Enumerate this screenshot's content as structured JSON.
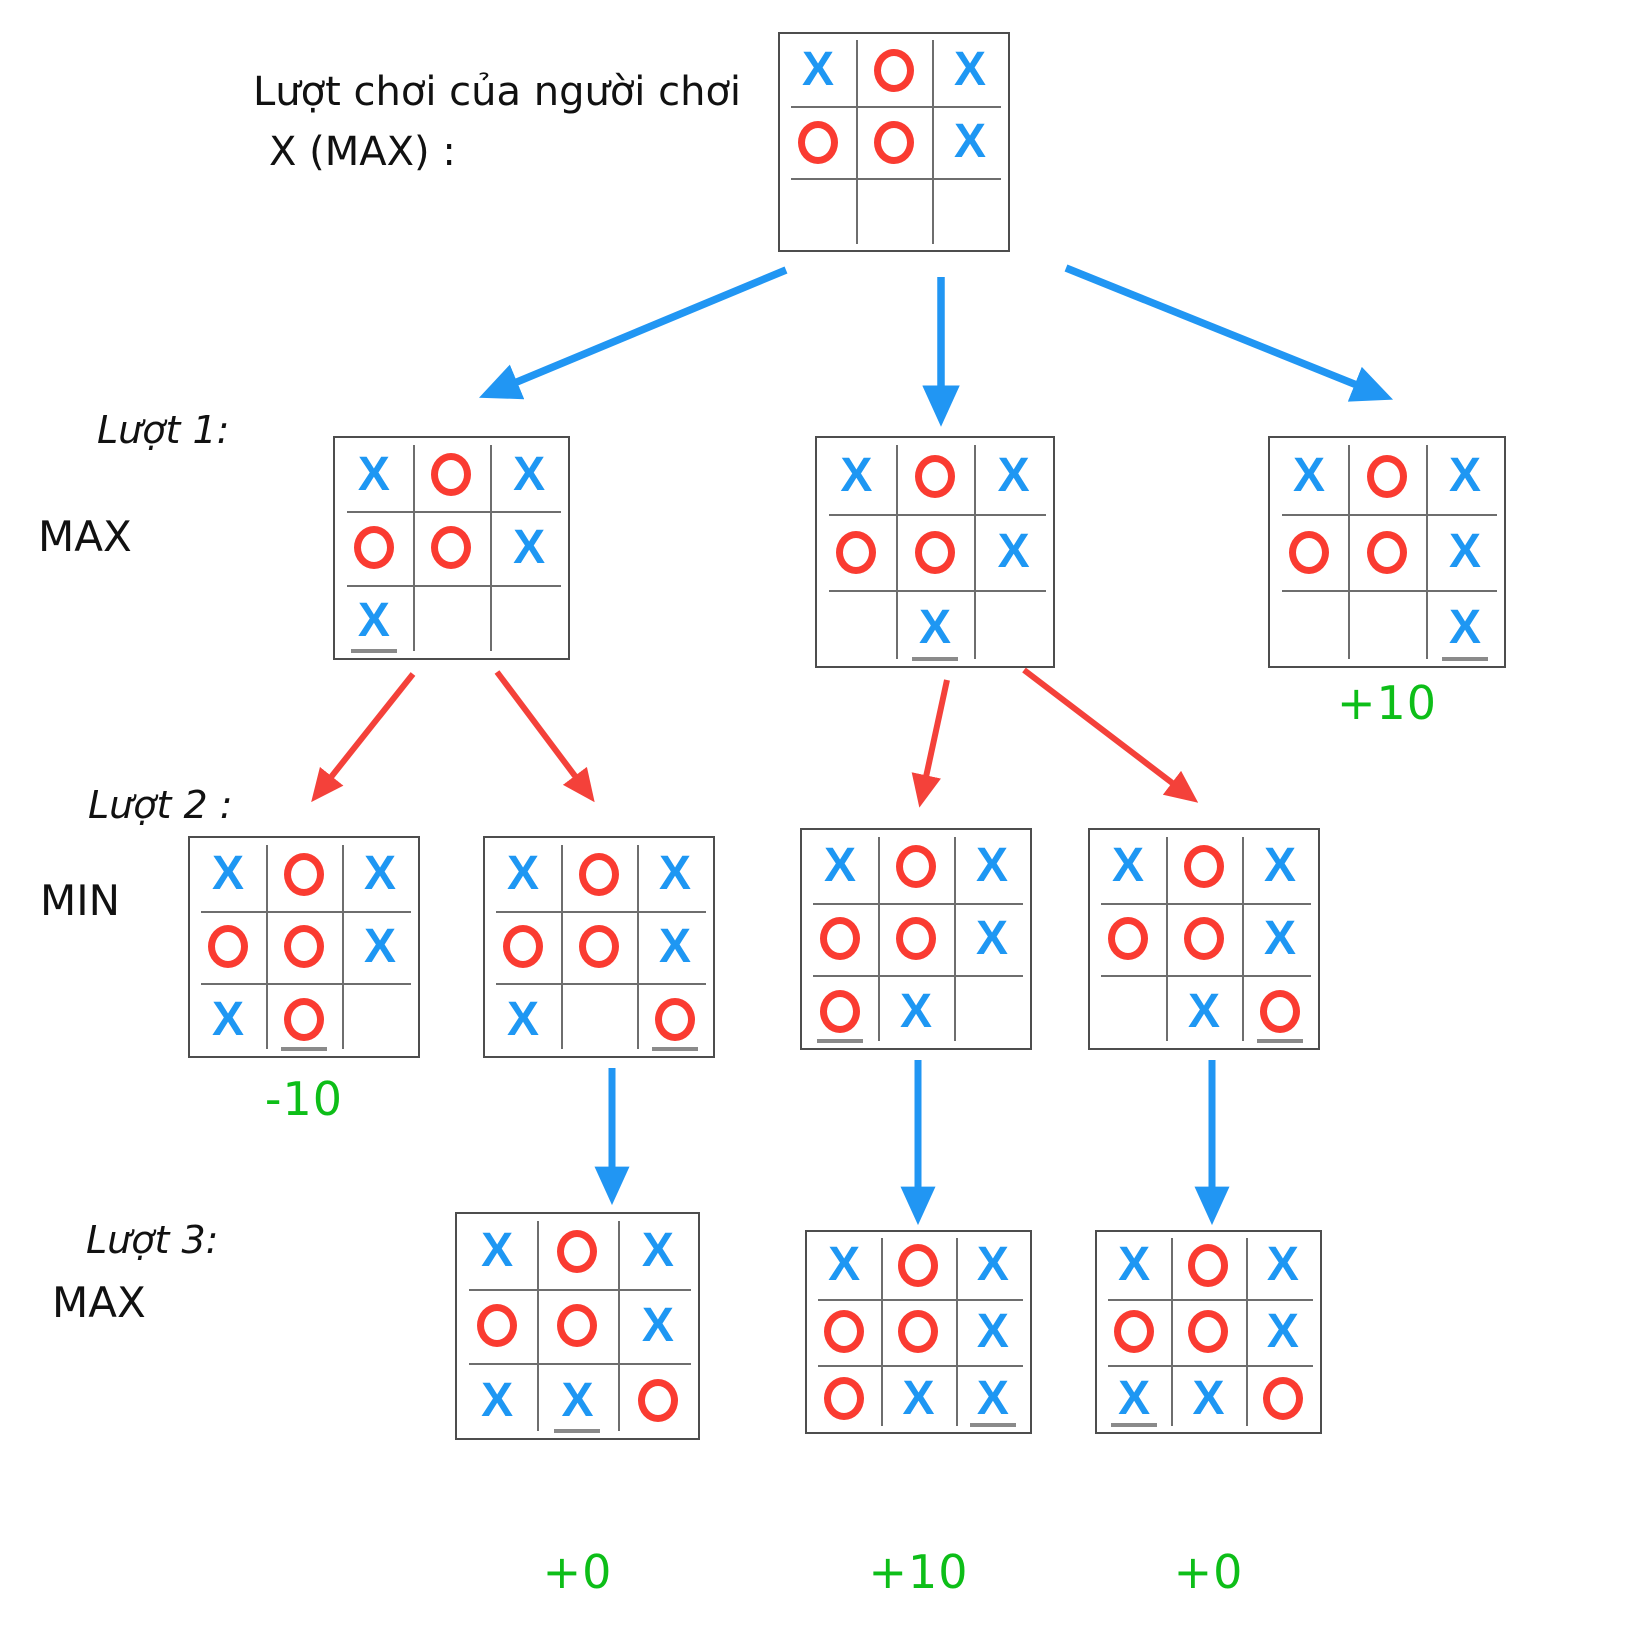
{
  "colors": {
    "x_blue": "#1E97F3",
    "o_red": "#FA3B31",
    "arrow_blue": "#2196F3",
    "arrow_red": "#F4413A",
    "score_green": "#0DBE18",
    "board_border": "#4D4D4D",
    "grid_line": "#6E6E6E",
    "underline": "#8A8A8A",
    "text": "#111111"
  },
  "title": {
    "line1": "Lượt chơi của người chơi",
    "line2": "X (MAX) :"
  },
  "levels": [
    {
      "turn_label": "Lượt 1:",
      "player_label": "MAX"
    },
    {
      "turn_label": "Lượt 2 :",
      "player_label": "MIN"
    },
    {
      "turn_label": "Lượt 3:",
      "player_label": "MAX"
    }
  ],
  "boards": {
    "root": {
      "cells": [
        "X",
        "O",
        "X",
        "O",
        "O",
        "X",
        "",
        "",
        ""
      ],
      "new_move": null,
      "score": ""
    },
    "l1_left": {
      "cells": [
        "X",
        "O",
        "X",
        "O",
        "O",
        "X",
        "X",
        "",
        ""
      ],
      "new_move": 6,
      "score": ""
    },
    "l1_mid": {
      "cells": [
        "X",
        "O",
        "X",
        "O",
        "O",
        "X",
        "",
        "X",
        ""
      ],
      "new_move": 7,
      "score": ""
    },
    "l1_right": {
      "cells": [
        "X",
        "O",
        "X",
        "O",
        "O",
        "X",
        "",
        "",
        "X"
      ],
      "new_move": 8,
      "score": "+10"
    },
    "l2_1": {
      "cells": [
        "X",
        "O",
        "X",
        "O",
        "O",
        "X",
        "X",
        "O",
        ""
      ],
      "new_move": 7,
      "score": "-10"
    },
    "l2_2": {
      "cells": [
        "X",
        "O",
        "X",
        "O",
        "O",
        "X",
        "X",
        "",
        "O"
      ],
      "new_move": 8,
      "score": ""
    },
    "l2_3": {
      "cells": [
        "X",
        "O",
        "X",
        "O",
        "O",
        "X",
        "O",
        "X",
        ""
      ],
      "new_move": 6,
      "score": ""
    },
    "l2_4": {
      "cells": [
        "X",
        "O",
        "X",
        "O",
        "O",
        "X",
        "",
        "X",
        "O"
      ],
      "new_move": 8,
      "score": ""
    },
    "l3_1": {
      "cells": [
        "X",
        "O",
        "X",
        "O",
        "O",
        "X",
        "X",
        "X",
        "O"
      ],
      "new_move": 7,
      "score": "+0"
    },
    "l3_2": {
      "cells": [
        "X",
        "O",
        "X",
        "O",
        "O",
        "X",
        "O",
        "X",
        "X"
      ],
      "new_move": 8,
      "score": "+10"
    },
    "l3_3": {
      "cells": [
        "X",
        "O",
        "X",
        "O",
        "O",
        "X",
        "X",
        "X",
        "O"
      ],
      "new_move": 6,
      "score": "+0"
    }
  },
  "edges": [
    {
      "from": "root",
      "to": "l1_left",
      "color": "blue"
    },
    {
      "from": "root",
      "to": "l1_mid",
      "color": "blue"
    },
    {
      "from": "root",
      "to": "l1_right",
      "color": "blue"
    },
    {
      "from": "l1_left",
      "to": "l2_1",
      "color": "red"
    },
    {
      "from": "l1_left",
      "to": "l2_2",
      "color": "red"
    },
    {
      "from": "l1_mid",
      "to": "l2_3",
      "color": "red"
    },
    {
      "from": "l1_mid",
      "to": "l2_4",
      "color": "red"
    },
    {
      "from": "l2_2",
      "to": "l3_1",
      "color": "blue"
    },
    {
      "from": "l2_3",
      "to": "l3_2",
      "color": "blue"
    },
    {
      "from": "l2_4",
      "to": "l3_3",
      "color": "blue"
    }
  ]
}
